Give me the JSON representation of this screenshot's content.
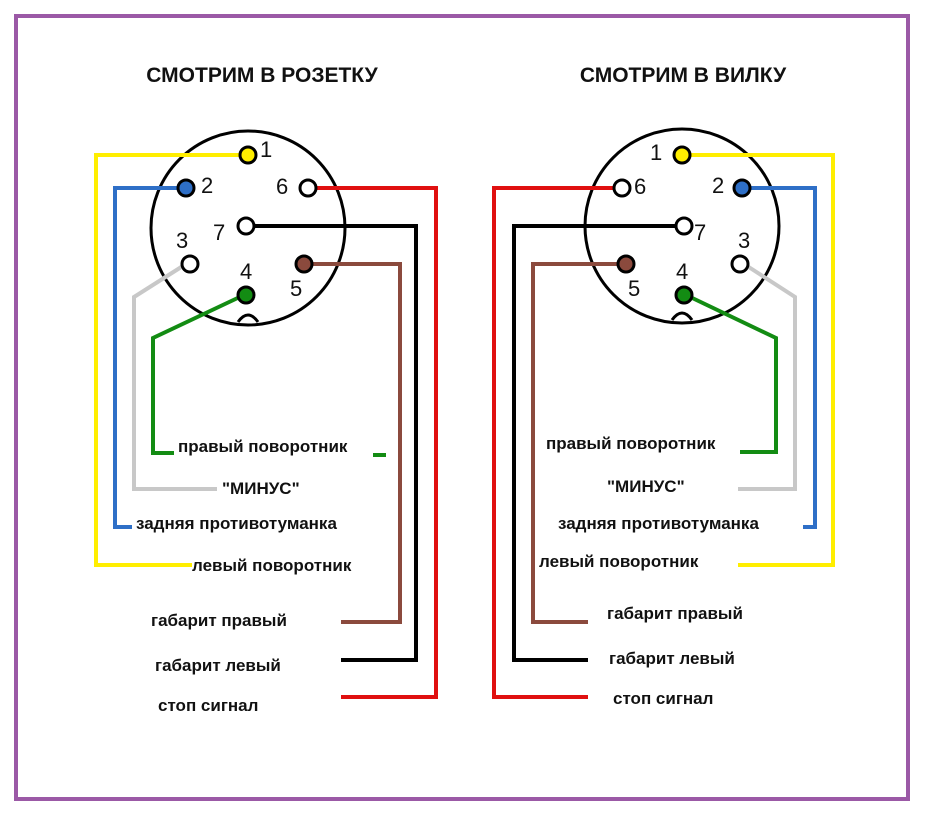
{
  "colors": {
    "border": "#9b59a6",
    "yellow": "#ffee00",
    "blue": "#2e6fc7",
    "gray": "#c8c8c8",
    "green": "#138c13",
    "black": "#000000",
    "brown": "#8b4a3d",
    "red": "#e01010"
  },
  "left": {
    "title": "СМОТРИМ В РОЗЕТКУ",
    "pins": [
      "1",
      "2",
      "3",
      "4",
      "5",
      "6",
      "7"
    ],
    "labels": {
      "right_turn": "правый поворотник",
      "minus": "\"МИНУС\"",
      "rear_fog": "задняя противотуманка",
      "left_turn": "левый поворотник",
      "marker_right": "габарит правый",
      "marker_left": "габарит левый",
      "stop": "стоп сигнал"
    }
  },
  "right": {
    "title": "СМОТРИМ В ВИЛКУ",
    "pins": [
      "1",
      "2",
      "3",
      "4",
      "5",
      "6",
      "7"
    ],
    "labels": {
      "right_turn": "правый поворотник",
      "minus": "\"МИНУС\"",
      "rear_fog": "задняя противотуманка",
      "left_turn": "левый поворотник",
      "marker_right": "габарит правый",
      "marker_left": "габарит левый",
      "stop": "стоп сигнал"
    }
  }
}
